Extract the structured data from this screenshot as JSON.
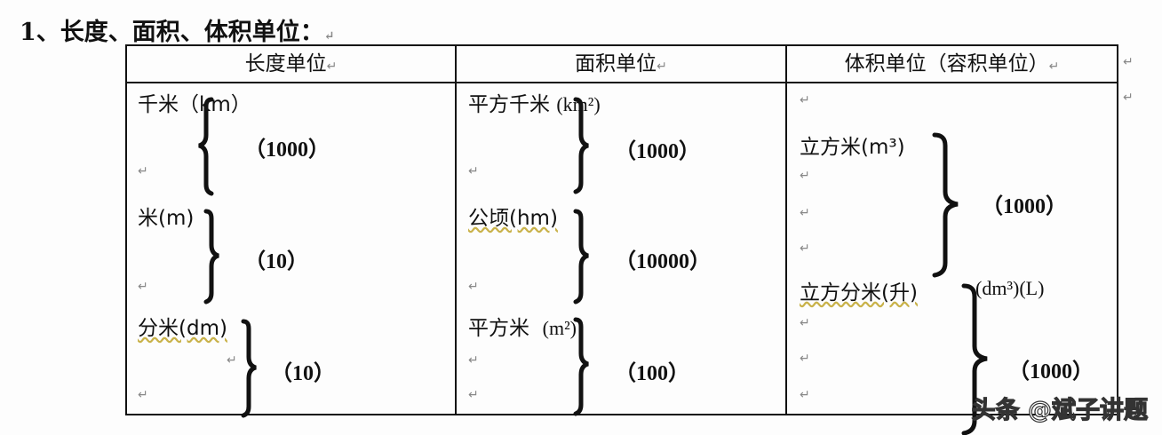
{
  "title": "1、长度、面积、体积单位：",
  "return_mark": "↵",
  "headers": [
    "长度单位",
    "面积单位",
    "体积单位（容积单位）"
  ],
  "length": {
    "units": [
      "千米（km）",
      "米(m)",
      "分米(dm)"
    ],
    "ratios": [
      "（1000）",
      "（10）",
      "（10）"
    ]
  },
  "area": {
    "units": [
      "平方千米",
      "公顷(hm)",
      "平方米"
    ],
    "unit_symbols": [
      "(km²)",
      "",
      "(m²)"
    ],
    "ratios": [
      "（1000）",
      "（10000）",
      "（100）"
    ]
  },
  "volume": {
    "units": [
      "立方米(m³)",
      "立方分米(升)"
    ],
    "unit_symbols": [
      "",
      "(dm³)(L)"
    ],
    "ratios": [
      "（1000）",
      "（1000）"
    ]
  },
  "watermark": "头条 @斌子讲题"
}
